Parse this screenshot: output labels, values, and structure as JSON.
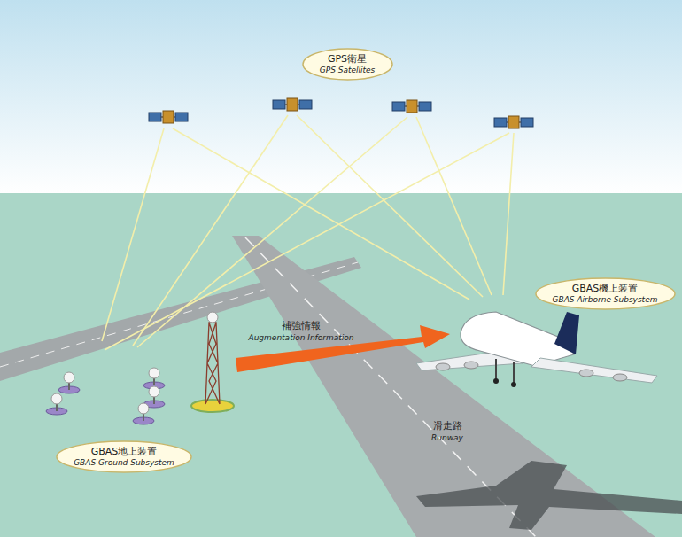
{
  "diagram": {
    "nodes": [
      {
        "text": [
          "GPS衛星",
          "GPS Satellites"
        ]
      },
      {
        "text": [
          "GBAS機上装置",
          "GBAS Airborne Subsystem"
        ]
      },
      {
        "text": [
          "GBAS地上装置",
          "GBAS Ground Subsystem"
        ]
      }
    ],
    "labels": [
      "補強情報",
      "Augmentation Information",
      "滑走路",
      "Runway"
    ]
  }
}
